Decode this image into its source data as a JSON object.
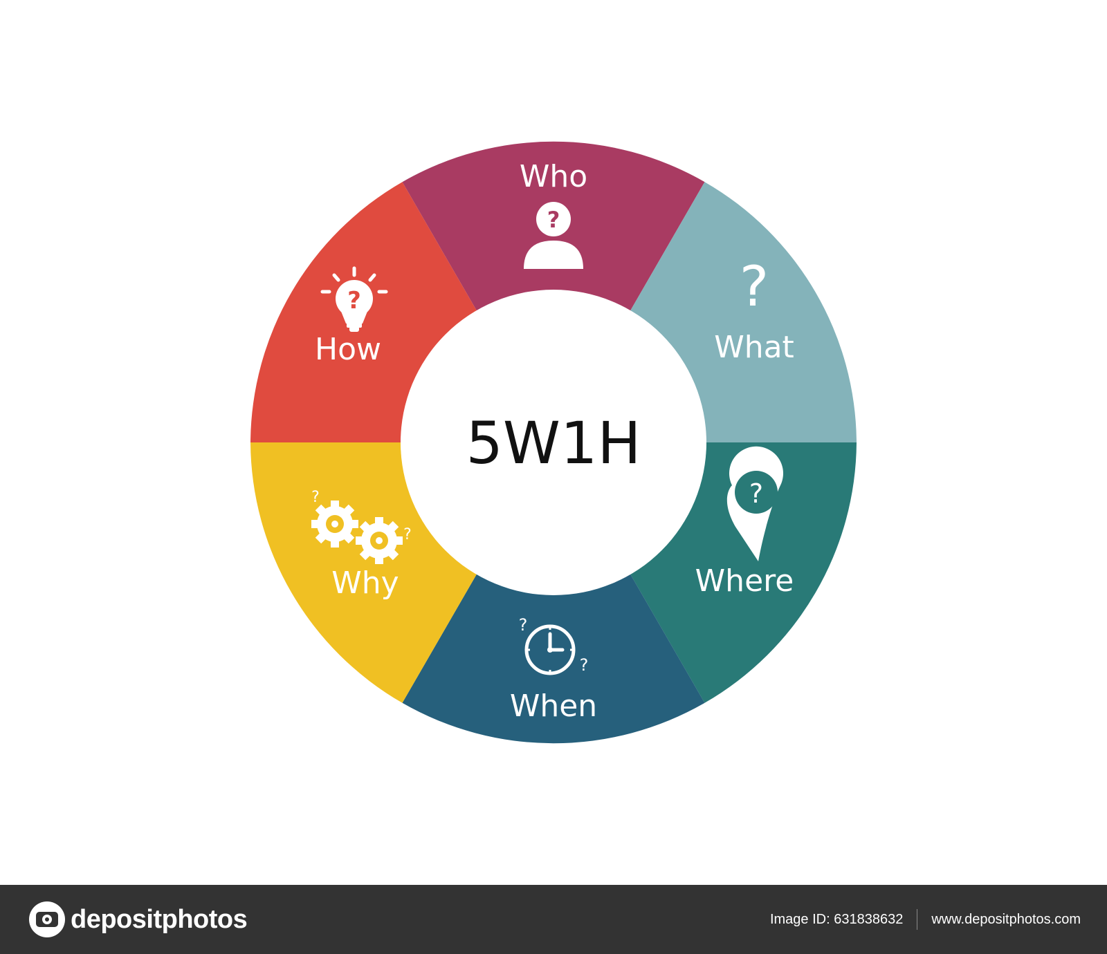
{
  "diagram": {
    "center_label": "5W1H",
    "segments": [
      {
        "label": "Who",
        "color": "#a93b62",
        "icon": "person-question-icon"
      },
      {
        "label": "What",
        "color": "#84b3ba",
        "icon": "question-mark-icon"
      },
      {
        "label": "Where",
        "color": "#297a77",
        "icon": "location-pin-question-icon"
      },
      {
        "label": "When",
        "color": "#26607c",
        "icon": "clock-question-icon"
      },
      {
        "label": "Why",
        "color": "#f0c023",
        "icon": "gears-question-icon"
      },
      {
        "label": "How",
        "color": "#e04b3f",
        "icon": "lightbulb-question-icon"
      }
    ]
  },
  "footer": {
    "brand": "depositphotos",
    "image_id": "Image ID: 631838632",
    "website": "www.depositphotos.com",
    "background": "#333333"
  }
}
